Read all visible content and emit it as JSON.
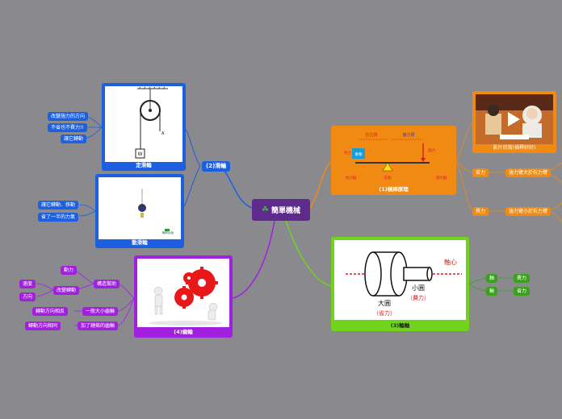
{
  "center": {
    "label": "簡單機械",
    "icon": "clover-icon"
  },
  "pulley": {
    "label": "(2)滑輪",
    "fixed": {
      "caption": "定滑輪",
      "img_text": {
        "weight": "W",
        "label": "A"
      },
      "notes": [
        "改變施力的方向",
        "不省也不費力!!",
        "讓它轉動"
      ]
    },
    "movable": {
      "caption": "動滑輪",
      "img_text": {
        "brand": "翰林出版"
      },
      "notes": [
        "讓它轉動、移動",
        "省了一半的力氣"
      ]
    }
  },
  "lever": {
    "label": "(1)槓桿原理",
    "img_text": {
      "effort_arm": "抗力臂",
      "load_arm": "施力臂",
      "fulcrum": "支點",
      "load_point": "抗力點",
      "effort_point": "施力點",
      "effort": "施力",
      "load": "抗力",
      "weight_label": "重物"
    },
    "video_caption": "影片欣賞(槓桿好好)",
    "save": {
      "label": "省力",
      "detail": "施力臂大於抗力臂"
    },
    "cost": {
      "label": "費力",
      "detail": "施力臂小於抗力臂"
    }
  },
  "wheel": {
    "label": "(3)輪軸",
    "img_text": {
      "axis": "軸心",
      "small": "小圓",
      "small_sub": "（費力）",
      "big": "大圓",
      "big_sub": "（省力）"
    },
    "branches": [
      {
        "part": "軸",
        "effect": "費力"
      },
      {
        "part": "輪",
        "effect": "省力"
      }
    ]
  },
  "gear": {
    "label": "(4)齒輪",
    "help": {
      "label": "構造幫助",
      "power": "動力",
      "change": "改變轉動",
      "sub": [
        "速度",
        "方向"
      ]
    },
    "general": {
      "label": "一般大小齒輪",
      "detail": "轉動方向相反"
    },
    "chain": {
      "label": "加了鏈條的齒輪",
      "detail": "轉動方向相同"
    }
  },
  "colors": {
    "background": "#8a8a8e",
    "pulley": "#1c5fe0",
    "gear": "#a120e0",
    "lever": "#f08a12",
    "wheel": "#6fd41a"
  }
}
